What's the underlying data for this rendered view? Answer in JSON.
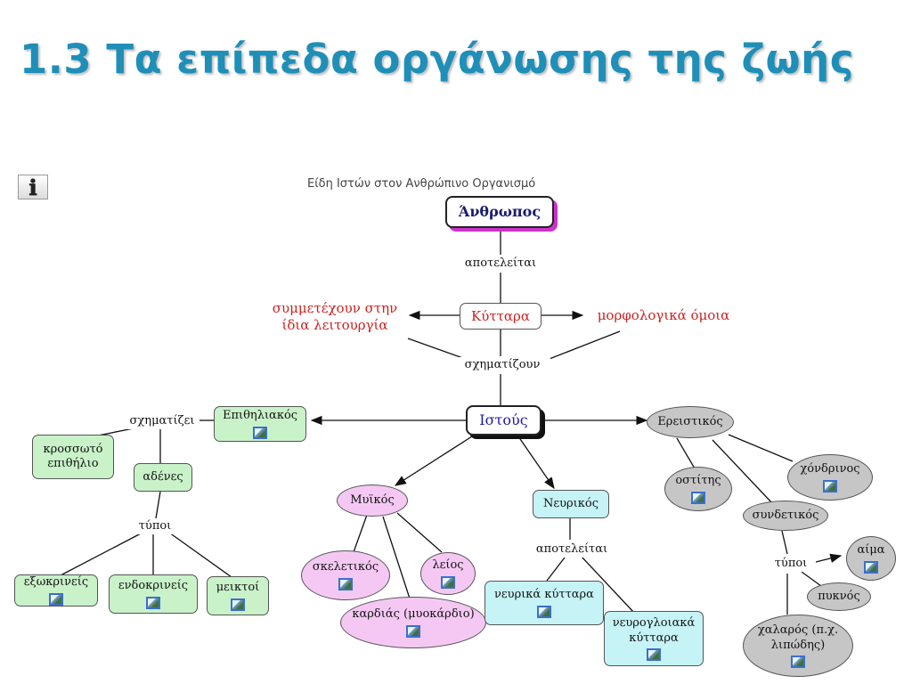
{
  "title": "1.3 Τα επίπεδα οργάνωσης της ζωής",
  "info_icon": "ℹ",
  "map_caption": "Είδη Ιστών στον Ανθρώπινο Οργανισμό",
  "icons": {
    "info": "info-icon",
    "image": "image-icon"
  },
  "colors": {
    "title": "#1f8fb8",
    "epithelial": "#c9f2c9",
    "muscle": "#f5c8f3",
    "nervous": "#c6f3f6",
    "connective": "#c6c6c6",
    "highlight_red": "#cc2222",
    "root_shadow": "#cc33cc"
  },
  "concept_map": {
    "root": "Άνθρωπος",
    "link_root": "αποτελείται",
    "cells": "Κύτταρα",
    "cells_left": "συμμετέχουν στην ίδια λειτουργία",
    "cells_right": "μορφολογικά όμοια",
    "link_cells": "σχηματίζουν",
    "tissues": "Ιστούς",
    "epithelial": {
      "name": "Επιθηλιακός",
      "link": "σχηματίζει",
      "ciliated": "κροσσωτό επιθήλιο",
      "glands": "αδένες",
      "types_link": "τύποι",
      "types": [
        "εξωκρινείς",
        "ενδοκρινείς",
        "μεικτοί"
      ]
    },
    "muscle": {
      "name": "Μυϊκός",
      "types": [
        "σκελετικός",
        "λείος",
        "καρδιάς (μυοκάρδιο)"
      ]
    },
    "nervous": {
      "name": "Νευρικός",
      "link": "αποτελείται",
      "parts": [
        "νευρικά κύτταρα",
        "νευρογλοιακά κύτταρα"
      ]
    },
    "connective": {
      "name": "Ερειστικός",
      "bone": "οστίτης",
      "cartilage": "χόνδρινος",
      "connective": "συνδετικός",
      "types_link": "τύποι",
      "blood": "αίμα",
      "dense": "πυκνός",
      "loose": "χαλαρός (π.χ. λιπώδης)"
    }
  }
}
